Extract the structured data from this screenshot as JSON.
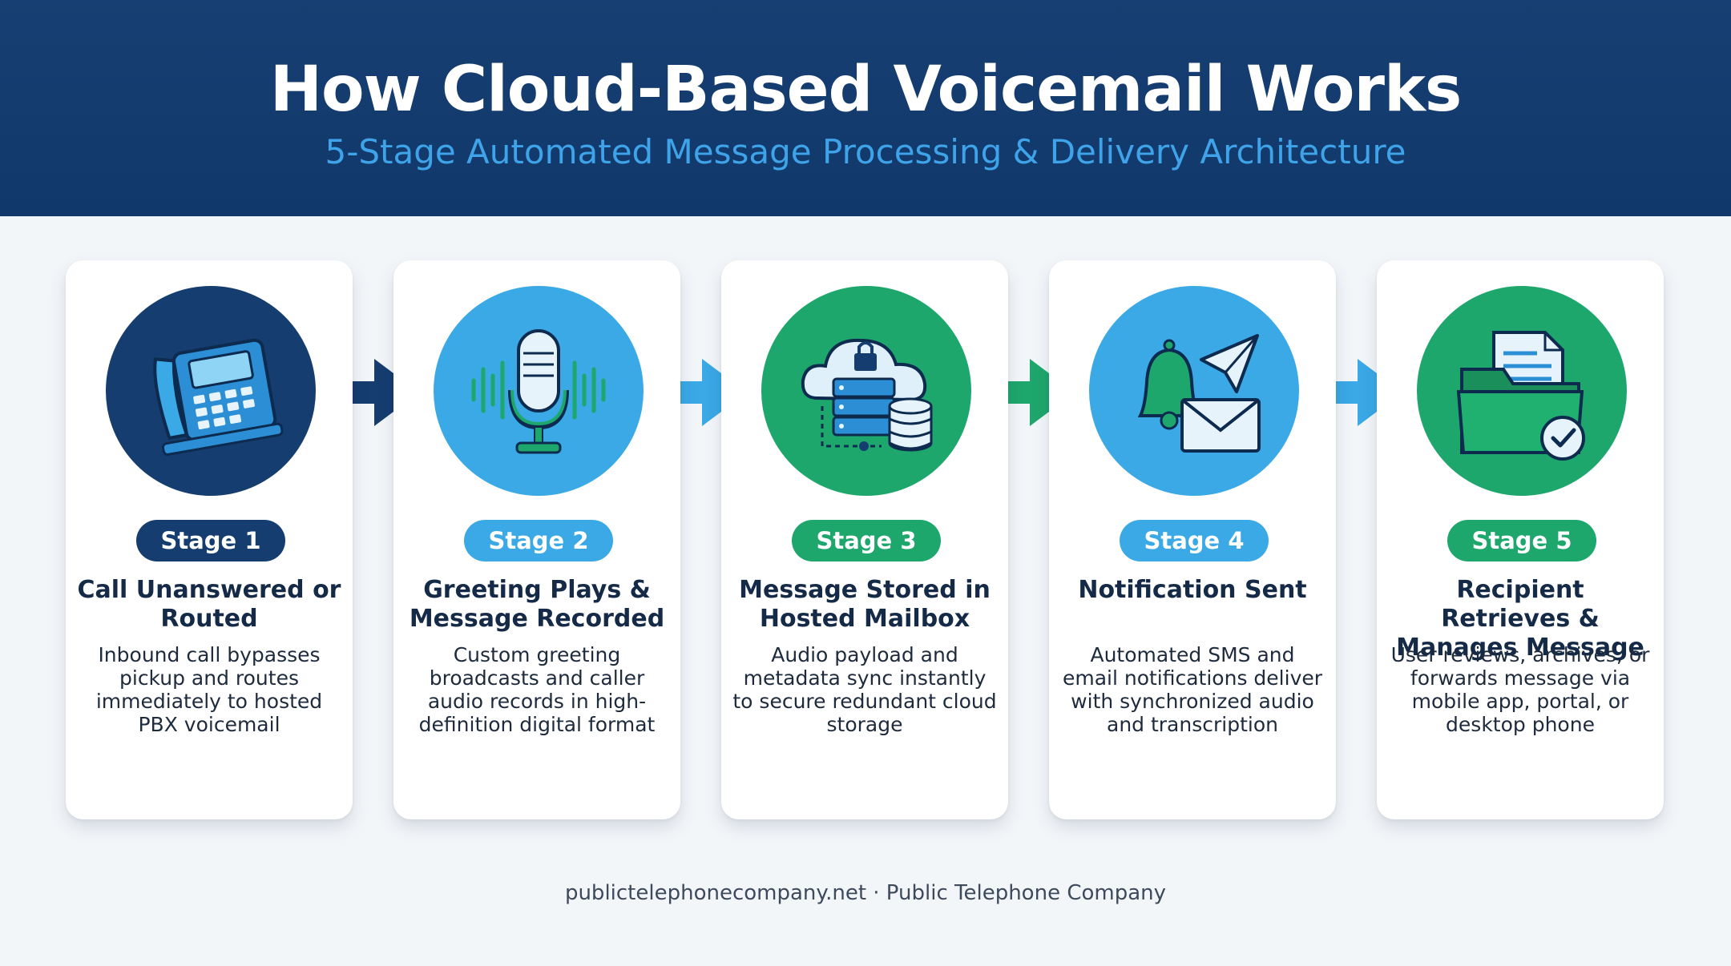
{
  "header": {
    "title": "How Cloud-Based Voicemail Works",
    "subtitle": "5-Stage Automated Message Processing & Delivery Architecture"
  },
  "colors": {
    "navy": "#153d6f",
    "blue": "#3aa9e6",
    "green": "#1ea76c",
    "header_bg": "#153d6f",
    "subtitle": "#3ea3e8"
  },
  "stages": [
    {
      "badge": "Stage 1",
      "title": "Call Unanswered or Routed",
      "description": "Inbound call bypasses pickup and routes immediately to hosted PBX voicemail",
      "icon": "desk-phone-icon",
      "color": "#153d6f"
    },
    {
      "badge": "Stage 2",
      "title": "Greeting Plays & Message Recorded",
      "description": "Custom greeting broadcasts and caller audio records in high-definition digital format",
      "icon": "microphone-icon",
      "color": "#3aa9e6"
    },
    {
      "badge": "Stage 3",
      "title": "Message Stored in Hosted Mailbox",
      "description": "Audio payload and metadata sync instantly to secure redundant cloud storage",
      "icon": "cloud-storage-icon",
      "color": "#1ea76c"
    },
    {
      "badge": "Stage 4",
      "title": "Notification Sent",
      "description": "Automated SMS and email notifications deliver with synchronized audio and transcription",
      "icon": "notification-bell-icon",
      "color": "#3aa9e6"
    },
    {
      "badge": "Stage 5",
      "title": "Recipient Retrieves & Manages Message",
      "description": "User reviews, archives, or forwards message via mobile app, portal, or desktop phone",
      "icon": "folder-check-icon",
      "color": "#1ea76c"
    }
  ],
  "footer": {
    "text": "publictelephonecompany.net · Public Telephone Company"
  }
}
